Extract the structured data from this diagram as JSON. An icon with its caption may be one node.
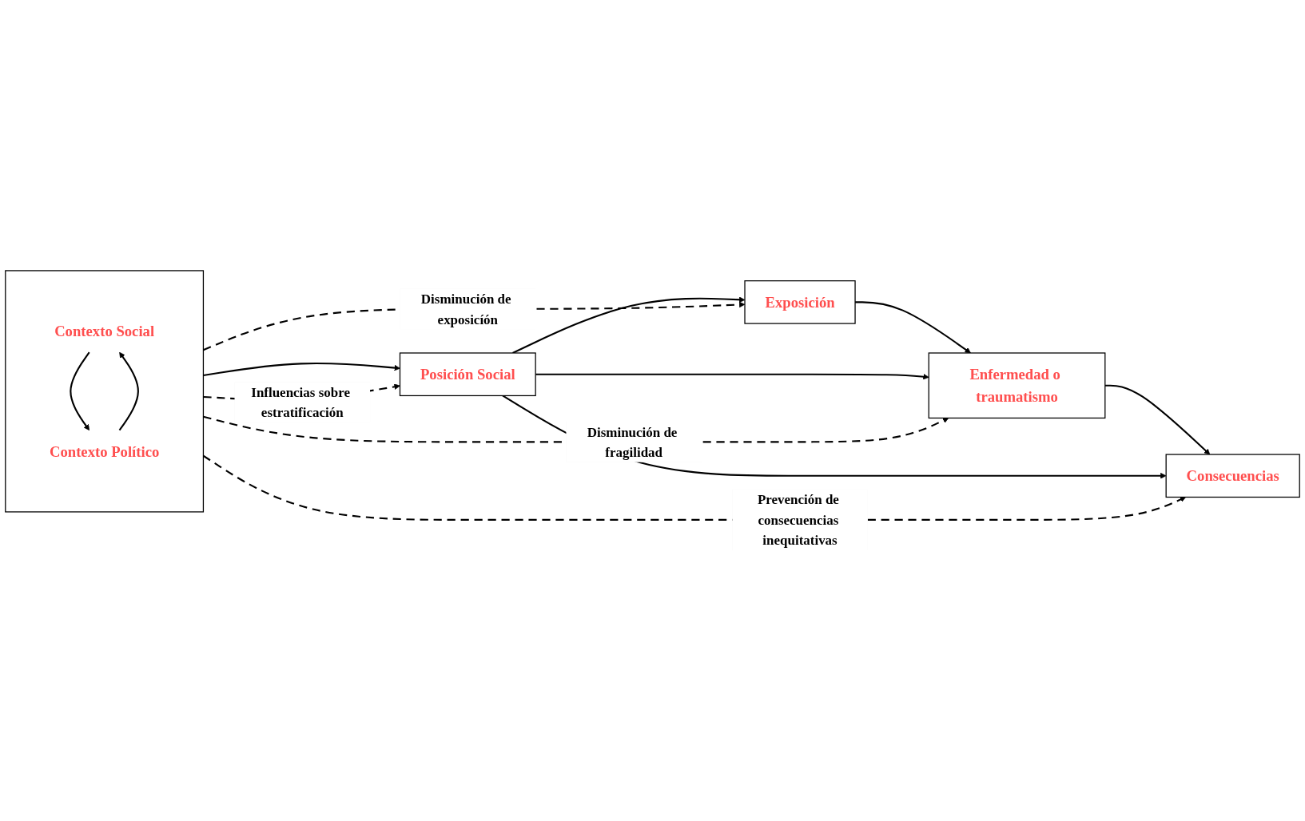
{
  "diagram": {
    "nodes": [
      {
        "text": [],
        "shape": "box"
      },
      {
        "text": [
          "Contexto Social"
        ],
        "in": 0
      },
      {
        "text": [
          "Contexto Político"
        ],
        "in": 0
      },
      {
        "text": [
          "Posición Social"
        ]
      },
      {
        "text": [
          "Exposición"
        ]
      },
      {
        "text": [
          "Enfermedad o traumatismo"
        ]
      },
      {
        "text": [
          "Consecuencias"
        ]
      }
    ],
    "edges": [
      {
        "from": 1,
        "to": 2,
        "arrow": "to"
      },
      {
        "from": 2,
        "to": 1,
        "arrow": "to"
      },
      {
        "from": 0,
        "to": 3,
        "arrow": "to"
      },
      {
        "from": 0,
        "to": 3,
        "arrow": "to",
        "style": "dashed",
        "label": "Influencias sobre estratificación"
      },
      {
        "from": 0,
        "to": 4,
        "arrow": "to",
        "style": "dashed",
        "label": "Disminución de exposicíón"
      },
      {
        "from": 0,
        "to": 5,
        "arrow": "to",
        "style": "dashed",
        "label": "Disminución de fragilidad"
      },
      {
        "from": 0,
        "to": 6,
        "arrow": "to",
        "style": "dashed",
        "label": "Prevención de consecuencias inequitativas"
      },
      {
        "from": 3,
        "to": 4,
        "arrow": "to"
      },
      {
        "from": 4,
        "to": 5,
        "arrow": "to"
      },
      {
        "from": 5,
        "to": 6,
        "arrow": "to"
      },
      {
        "from": 3,
        "to": 5,
        "arrow": "to"
      },
      {
        "from": 3,
        "to": 6,
        "arrow": "to"
      }
    ]
  }
}
